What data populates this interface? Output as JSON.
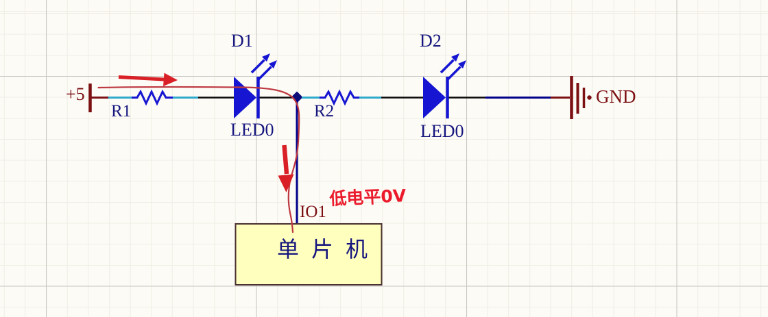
{
  "schematic": {
    "power_label": "+5",
    "gnd_label": "GND",
    "components": {
      "r1": {
        "ref": "R1"
      },
      "r2": {
        "ref": "R2"
      },
      "d1": {
        "ref": "D1",
        "value": "LED0"
      },
      "d2": {
        "ref": "D2",
        "value": "LED0"
      }
    },
    "mcu": {
      "name": "单片机",
      "pin_label": "IO1"
    },
    "annotations": {
      "low_level": "低电平0V"
    },
    "colors": {
      "power_maroon": "#7C1013",
      "wire_signal_navy": "#00008B",
      "wire_net_cyan": "#2FA9CC",
      "wire_plain_black": "#0A0A0A",
      "device_blue": "#1616D2",
      "label_navy": "#16167E",
      "annotation_red": "#D92026",
      "annotation_text_red": "#EB1B2C",
      "mcu_fill_yellow": "#FFFFBE"
    }
  }
}
